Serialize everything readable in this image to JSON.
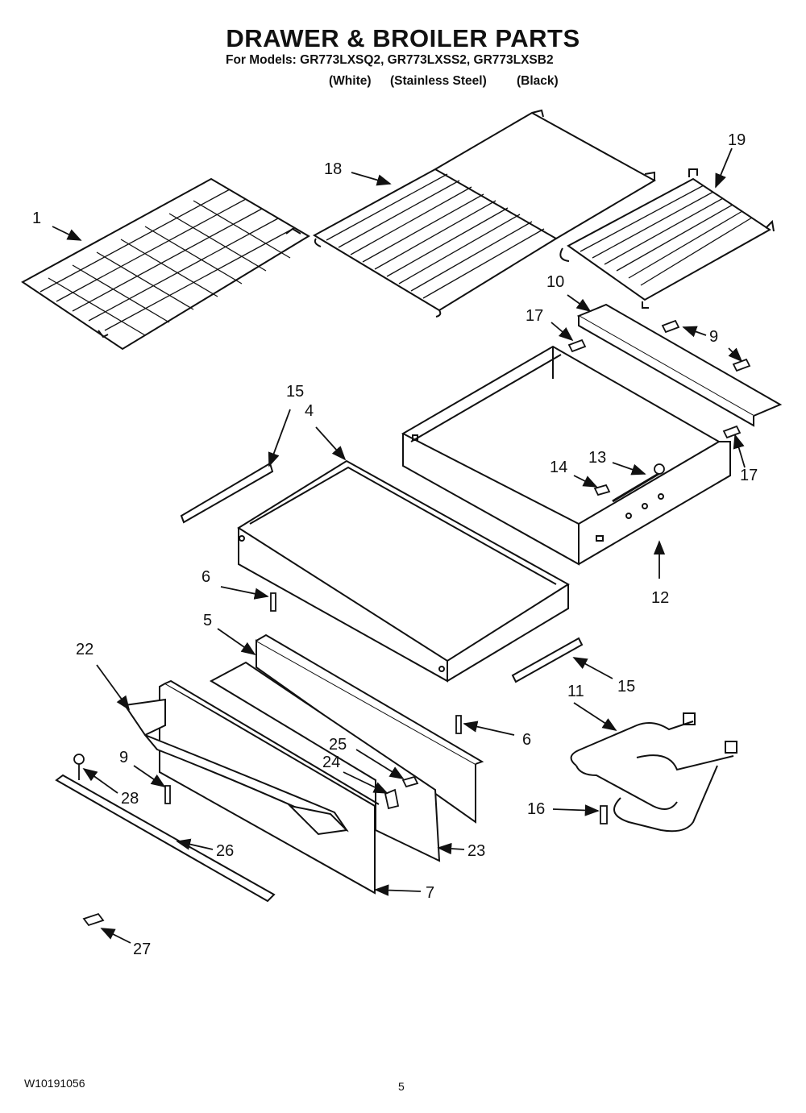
{
  "title": "DRAWER & BROILER PARTS",
  "models_line": "For Models: GR773LXSQ2, GR773LXSS2, GR773LXSB2",
  "variants": [
    "(White)",
    "(Stainless Steel)",
    "(Black)"
  ],
  "callouts": [
    "1",
    "18",
    "19",
    "10",
    "17",
    "9",
    "15",
    "4",
    "13",
    "14",
    "17",
    "12",
    "6",
    "5",
    "22",
    "15",
    "11",
    "6",
    "25",
    "9",
    "24",
    "28",
    "16",
    "23",
    "26",
    "7",
    "27"
  ],
  "doc_number": "W10191056",
  "page_number": "5"
}
